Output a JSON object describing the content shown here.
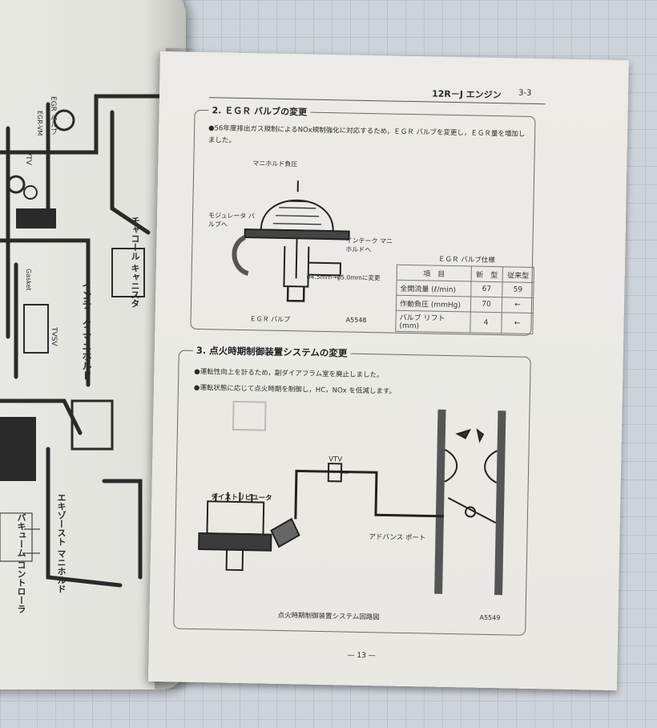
{
  "header": {
    "title": "12R－J エンジン",
    "page_ref": "3-3"
  },
  "section2": {
    "title": "2. ＥＧＲ バルブの変更",
    "note": "●56年度排出ガス規制によるNOx規制強化に対応するため，ＥＧＲ バルブを変更し，ＥＧＲ量を増加しました。",
    "labels": {
      "manifold_pressure": "マニホルド負圧",
      "modulator_valve": "モジュレータ バルブへ",
      "intake_manifold": "インテーク マニホルドへ",
      "diameter_change": "φ4.5mm→φ5.0mmに変更"
    },
    "caption": "ＥＧＲ バルブ",
    "figure_no": "A5548",
    "spec_table": {
      "title": "ＥＧＲ バルブ仕様",
      "headers": [
        "項　目",
        "新　型",
        "従来型"
      ],
      "rows": [
        [
          "全開流量 (ℓ/min)",
          "67",
          "59"
        ],
        [
          "作動負圧 (mmHg)",
          "70",
          "←"
        ],
        [
          "バルブ リフト (mm)",
          "4",
          "←"
        ]
      ]
    }
  },
  "section3": {
    "title": "3. 点火時期制御装置システムの変更",
    "bullets": [
      "●運転性向上を計るため，副ダイアフラム室を廃止しました。",
      "●運転状態に応じて点火時期を制御し，HC，NOx を低減します。"
    ],
    "labels": {
      "vtv": "VTV",
      "distributor": "デイストリビユータ",
      "advance_port": "アドバンス ポート"
    },
    "caption": "点火時期制御装置システム回路図",
    "figure_no": "A5549"
  },
  "footer": {
    "page_number": "— 13 —"
  },
  "left_page_labels": {
    "canister": "チャコール キャニスタ",
    "intake_manifold": "インテーク マニホルド",
    "exhaust_manifold": "エキゾースト マニホルド",
    "vacuum_controller": "バキューム コントローラ",
    "tvsv": "TVSV",
    "vtv": "VTV",
    "egr_vm": "EGR-VM",
    "egr_valve": "EGR バルブ",
    "gasket": "Gasket"
  }
}
